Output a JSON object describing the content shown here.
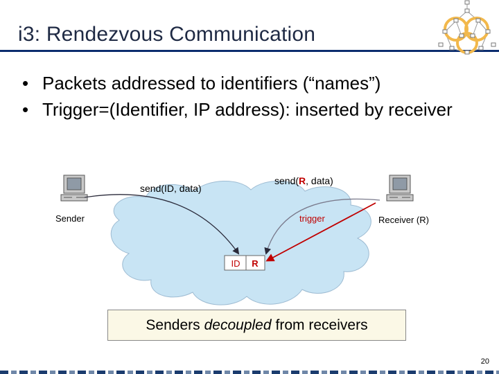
{
  "title": "i3: Rendezvous Communication",
  "bullets": [
    "Packets addressed to identifiers (“names”)",
    "Trigger=(Identifier, IP address): inserted by receiver"
  ],
  "diagram": {
    "sender_label": "Sender",
    "receiver_label": "Receiver (R)",
    "send_id_label": "send(ID, data)",
    "send_r_prefix": "send(",
    "send_r_highlight": "R",
    "send_r_suffix": ", data)",
    "trigger_label": "trigger",
    "trigger_id": "ID",
    "trigger_addr": "R"
  },
  "callout": {
    "before": "Senders",
    "emphasis": "decoupled",
    "after": "from receivers"
  },
  "page_number": "20",
  "colors": {
    "title_rule": "#0b2c6e",
    "highlight_red": "#c00000",
    "cloud_fill": "#c8e4f4",
    "arrow_gray": "#7a7a8c",
    "callout_fill": "#fbf8e6"
  }
}
